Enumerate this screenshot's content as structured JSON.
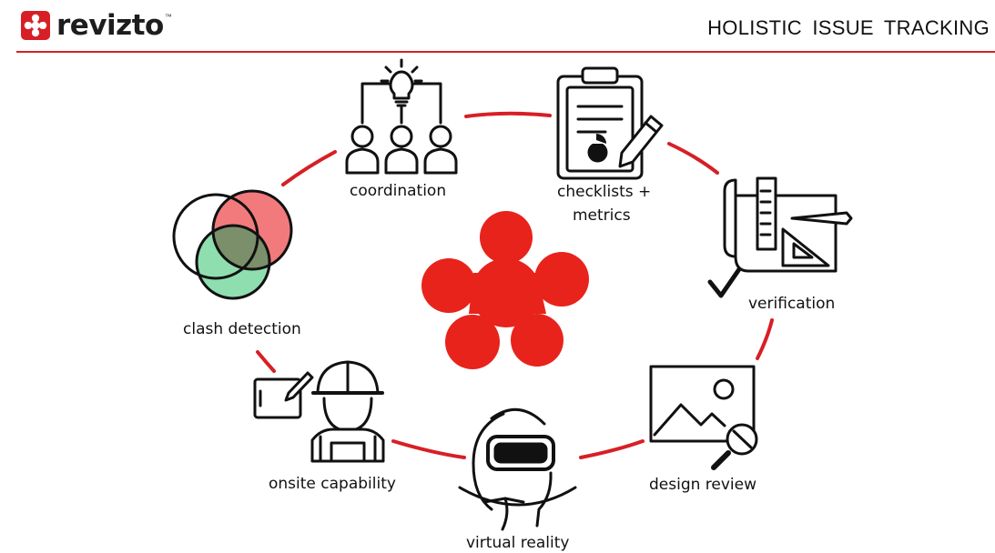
{
  "header": {
    "brand": "revizto",
    "trademark": "™",
    "title": "HOLISTIC ISSUE TRACKING"
  },
  "colors": {
    "accent": "#d71f26",
    "brand_red": "#e8231b",
    "overlap_red": "#f07074",
    "overlap_green": "#7fd8a0",
    "text": "#111111"
  },
  "cycle": {
    "stages": [
      {
        "id": "coordination",
        "label": "coordination",
        "icon": "team-idea-icon"
      },
      {
        "id": "checklists",
        "label": "checklists +",
        "label2": "metrics",
        "icon": "clipboard-pencil-icon"
      },
      {
        "id": "verification",
        "label": "verification",
        "icon": "blueprint-ruler-icon"
      },
      {
        "id": "design-review",
        "label": "design review",
        "icon": "image-search-icon"
      },
      {
        "id": "virtual-reality",
        "label": "virtual reality",
        "icon": "vr-headset-icon"
      },
      {
        "id": "onsite",
        "label": "onsite capability",
        "icon": "construction-worker-tablet-icon"
      },
      {
        "id": "clash",
        "label": "clash detection",
        "icon": "venn-circles-icon"
      }
    ],
    "center_icon": "revizto-mark-icon"
  }
}
